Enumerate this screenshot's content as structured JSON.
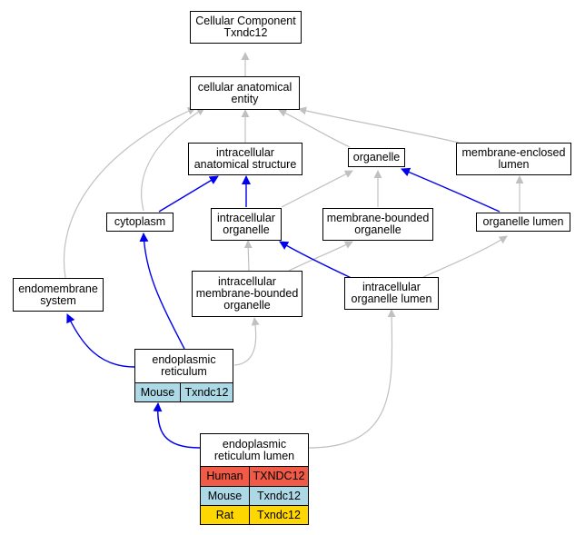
{
  "colors": {
    "blue_edge": "#0000ee",
    "gray_edge": "#c0c0c0",
    "human": "#f05a46",
    "mouse": "#add8e6",
    "rat": "#ffd700"
  },
  "nodes": {
    "cellular_component": "Cellular Component\nTxndc12",
    "cellular_anatomical_entity": "cellular anatomical\nentity",
    "intracellular_anatomical_structure": "intracellular\nanatomical structure",
    "organelle": "organelle",
    "membrane_enclosed_lumen": "membrane-enclosed\nlumen",
    "cytoplasm": "cytoplasm",
    "intracellular_organelle": "intracellular\norganelle",
    "membrane_bounded_organelle": "membrane-bounded\norganelle",
    "organelle_lumen": "organelle lumen",
    "endomembrane_system": "endomembrane\nsystem",
    "intracellular_membrane_bounded_organelle": "intracellular\nmembrane-bounded\norganelle",
    "intracellular_organelle_lumen": "intracellular\norganelle lumen"
  },
  "er": {
    "title": "endoplasmic\nreticulum",
    "rows": [
      {
        "species": "Mouse",
        "gene": "Txndc12",
        "color": "#add8e6"
      }
    ]
  },
  "er_lumen": {
    "title": "endoplasmic\nreticulum lumen",
    "rows": [
      {
        "species": "Human",
        "gene": "TXNDC12",
        "color": "#f05a46"
      },
      {
        "species": "Mouse",
        "gene": "Txndc12",
        "color": "#add8e6"
      },
      {
        "species": "Rat",
        "gene": "Txndc12",
        "color": "#ffd700"
      }
    ]
  }
}
